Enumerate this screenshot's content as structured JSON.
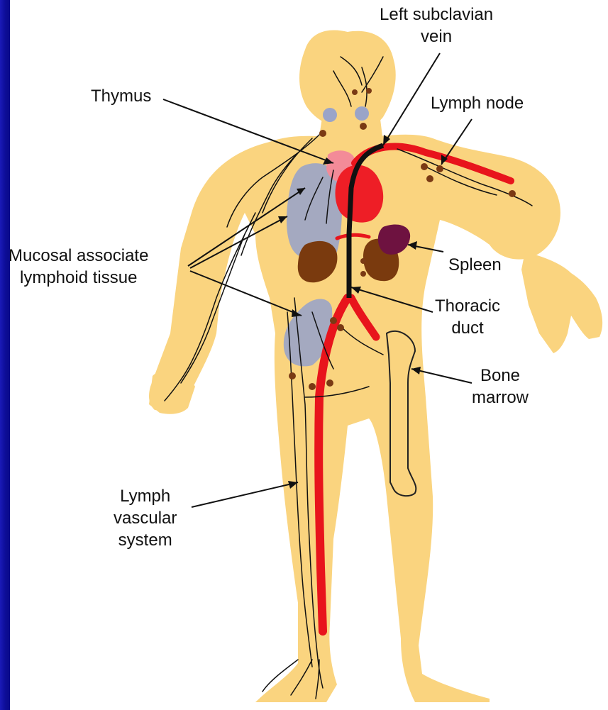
{
  "labels": {
    "left_subclavian_vein": "Left subclavian\nvein",
    "thymus": "Thymus",
    "lymph_node": "Lymph node",
    "mucosal_tissue": "Mucosal associate\nlymphoid tissue",
    "spleen": "Spleen",
    "thoracic_duct": "Thoracic\nduct",
    "bone_marrow": "Bone\nmarrow",
    "lymph_vascular_system": "Lymph\nvascular\nsystem"
  },
  "colors": {
    "background_frame": "#0a0a8a",
    "panel": "#ffffff",
    "body": "#fad47f",
    "vessel": "#e8141c",
    "lymph_line": "#111111",
    "lungs": "#9aa4c8",
    "kidney": "#7a3a0e",
    "spleen": "#6e1240",
    "node": "#7a3a14",
    "thymus": "#f38b98"
  }
}
